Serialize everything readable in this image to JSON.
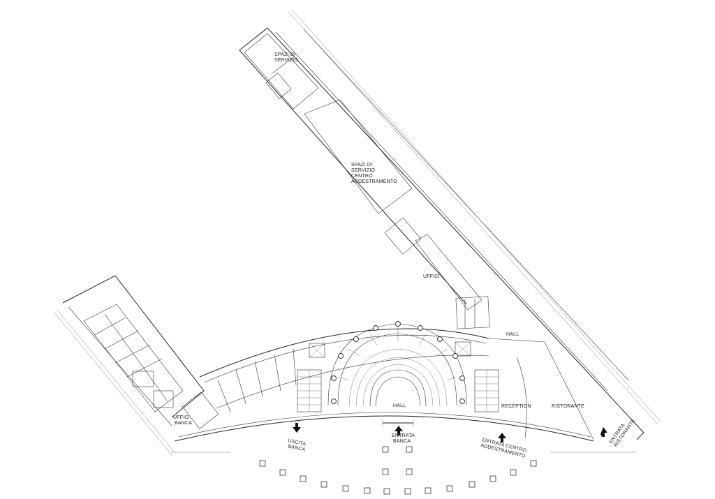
{
  "plan": {
    "labels": {
      "servizio": [
        "SPAZI DI",
        "SERVIZIO"
      ],
      "centro": [
        "SPAZI DI",
        "SERVIZIO",
        "CENTRO",
        "ADDESTRAMENTO"
      ],
      "uffici": "UFFICI",
      "hall_east": "HALL",
      "hall_main": "HALL",
      "reception": "RECEPTION",
      "ristorante": "RISTORANTE",
      "uffici_banca": [
        "UFFICI",
        "BANCA"
      ],
      "uscita_banca": [
        "USCITA",
        "BANCA"
      ],
      "entrata_banca": [
        "ENTRATA",
        "BANCA"
      ],
      "entrata_centro": [
        "ENTRATA CENTRO",
        "ADDESTRAMENTO"
      ],
      "entrata_ristorante": [
        "ENTRATA",
        "RISTORANTE"
      ]
    }
  }
}
